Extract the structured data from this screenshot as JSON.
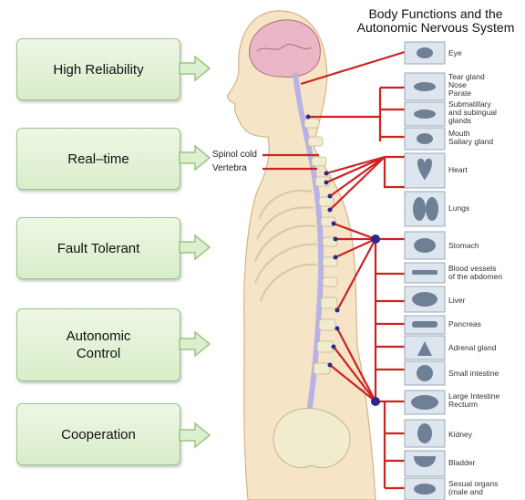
{
  "title_line1": "Body Functions and the",
  "title_line2": "Autonomic Nervous System",
  "boxes": [
    "High Reliability",
    "Real–time",
    "Fault Tolerant",
    "Autonomic\nControl",
    "Cooperation"
  ],
  "spine_labels": [
    "Spinol cold",
    "Vertebra"
  ],
  "organs": [
    "Eye",
    "Tear gland\nNose\nParate",
    "Submatillary\nand subingual\nglands",
    "Mouth\nSaliary gland",
    "Heart",
    "Lungs",
    "Stomach",
    "Blood vessels\nof the abdomen",
    "Liver",
    "Pancreas",
    "Adrenal gland",
    "Small intestine",
    "Large Intestine\nRecturm",
    "Kidney",
    "Bladder",
    "Sexual organs\n(male and"
  ],
  "colors": {
    "nerve": "#cc2222",
    "node": "#2a2a8a",
    "box_border": "#9cc486"
  }
}
